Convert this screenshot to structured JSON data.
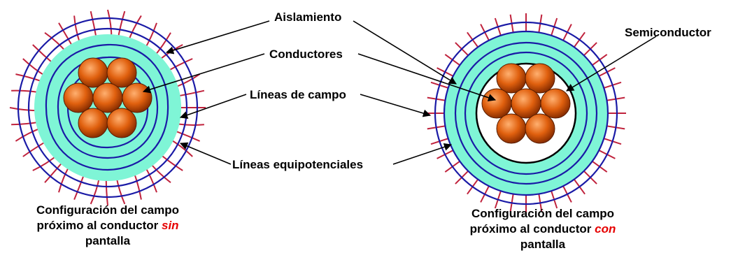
{
  "labels": {
    "aislamiento": "Aislamiento",
    "conductores": "Conductores",
    "lineas_campo": "Líneas de campo",
    "lineas_equipotenciales": "Líneas equipotenciales",
    "semiconductor": "Semiconductor"
  },
  "captions": {
    "left": {
      "line1": "Configuración del campo",
      "line2_prefix": "próximo al conductor ",
      "line2_emph": "sin",
      "line3": "pantalla"
    },
    "right": {
      "line1": "Configuración del campo",
      "line2_prefix": "próximo al conductor ",
      "line2_emph": "con",
      "line3": "pantalla"
    }
  },
  "colors": {
    "insulation_fill": "#7ff5d6",
    "equipotential_line": "#1a1aa6",
    "field_line": "#c0223c",
    "conductor": "#e0600e",
    "emphasis": "#e60000"
  }
}
